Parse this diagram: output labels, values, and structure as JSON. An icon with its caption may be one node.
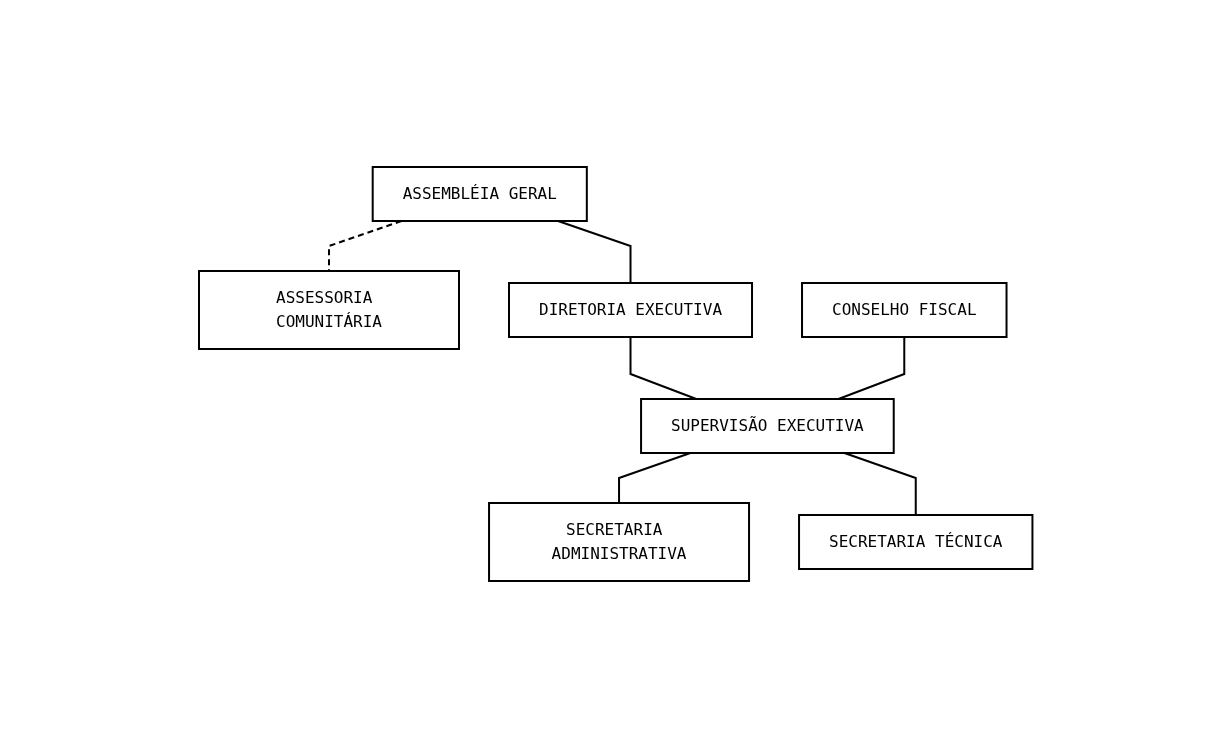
{
  "diagram": {
    "nodes": [
      {
        "text": [
          "ASSEMBLÉIA GERAL"
        ]
      },
      {
        "text": [
          "ASSESSORIA COMUNITÁRIA"
        ]
      },
      {
        "text": [
          "DIRETORIA EXECUTIVA"
        ]
      },
      {
        "text": [
          "CONSELHO FISCAL"
        ]
      },
      {
        "text": [
          "SUPERVISÃO EXECUTIVA"
        ]
      },
      {
        "text": [
          "SECRETARIA ADMINISTRATIVA"
        ]
      },
      {
        "text": [
          "SECRETARIA TÉCNICA"
        ]
      }
    ],
    "edges": [
      {
        "from": 0,
        "to": 1,
        "arrow": "none",
        "style": "dashed"
      },
      {
        "from": 0,
        "to": 2,
        "arrow": "none"
      },
      {
        "from": 2,
        "to": 4,
        "arrow": "none"
      },
      {
        "from": 3,
        "to": 4,
        "arrow": "none"
      },
      {
        "from": 4,
        "to": 5,
        "arrow": "none"
      },
      {
        "from": 4,
        "to": 6,
        "arrow": "none"
      }
    ]
  }
}
